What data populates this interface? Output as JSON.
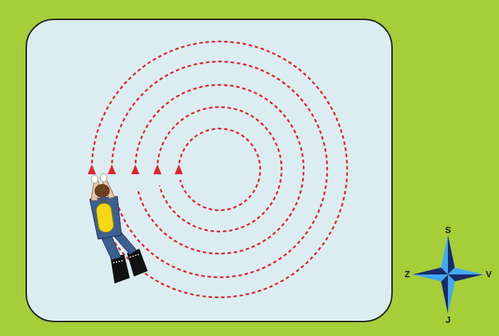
{
  "diagram": {
    "labels": [
      "S",
      "V",
      "J",
      "Z"
    ]
  }
}
